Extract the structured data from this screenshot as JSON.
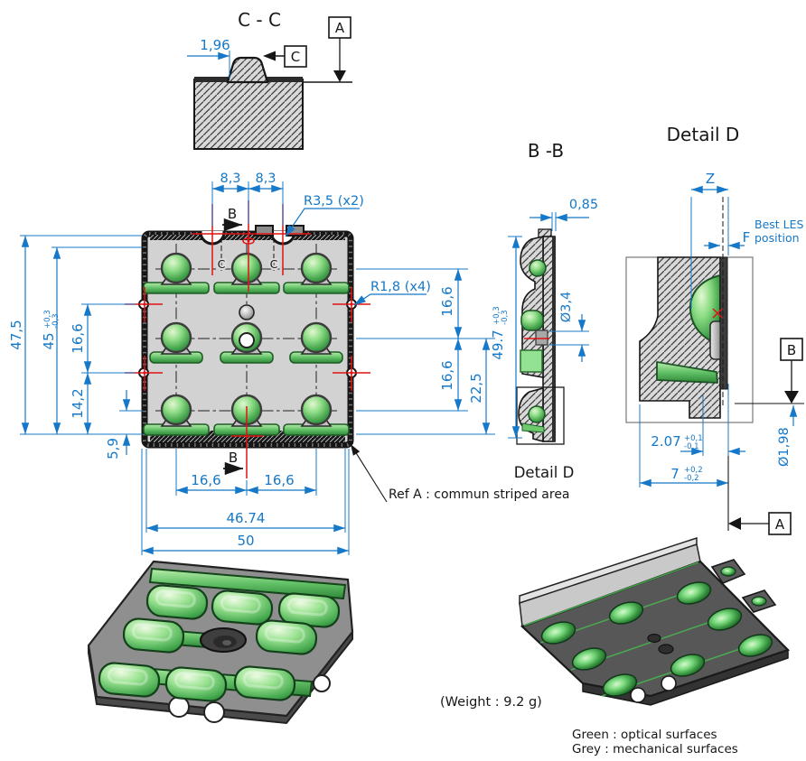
{
  "colors": {
    "dimension_blue": "#1578c8",
    "centermark_red": "#e01212",
    "optical_green": "#46b84c",
    "mechanical_grey": "#d2d2d2",
    "outline_black": "#161616"
  },
  "cc": {
    "title": "C - C",
    "dim_196": "1,96",
    "cut_label": "C",
    "datum_a": "A"
  },
  "front": {
    "marks": {
      "b_top": "B",
      "b_bottom": "B",
      "c_left": "C",
      "c_right": "C"
    },
    "dims": {
      "top_left": "8,3",
      "top_right": "8,3",
      "radius_notch": "R3,5 (x2)",
      "radius_edge": "R1,8 (x4)",
      "height_total": "47,5",
      "height_45": "45",
      "tol_45_plus": "+0,3",
      "tol_45_minus": "-0,3",
      "left_166": "16,6",
      "left_142": "14,2",
      "left_59": "5,9",
      "right_166_a": "16,6",
      "right_166_b": "16,6",
      "right_225": "22,5",
      "bottom_166_a": "16,6",
      "bottom_166_b": "16,6",
      "bottom_4674": "46.74",
      "bottom_50": "50"
    },
    "ref_note": "Ref A : commun striped area"
  },
  "bb": {
    "title": "B -B",
    "dim_085": "0,85",
    "dim_497": "49.7",
    "tol_497_plus": "+0,3",
    "tol_497_minus": "-0,3",
    "dim_34": "Ø3,4",
    "detail_label": "Detail D"
  },
  "dd": {
    "title": "Detail D",
    "dim_z": "Z",
    "dim_f": "F",
    "best_les_1": "Best LES",
    "best_les_2": "position",
    "dim_207": "2.07",
    "tol_207_plus": "+0,1",
    "tol_207_minus": "-0,1",
    "dim_7": "7",
    "tol_7_plus": "+0,2",
    "tol_7_minus": "-0,2",
    "dim_198": "Ø1,98",
    "datum_b": "B",
    "datum_a": "A"
  },
  "notes": {
    "weight": "(Weight : 9.2 g)",
    "legend_green": "Green : optical surfaces",
    "legend_grey": "Grey : mechanical surfaces"
  }
}
